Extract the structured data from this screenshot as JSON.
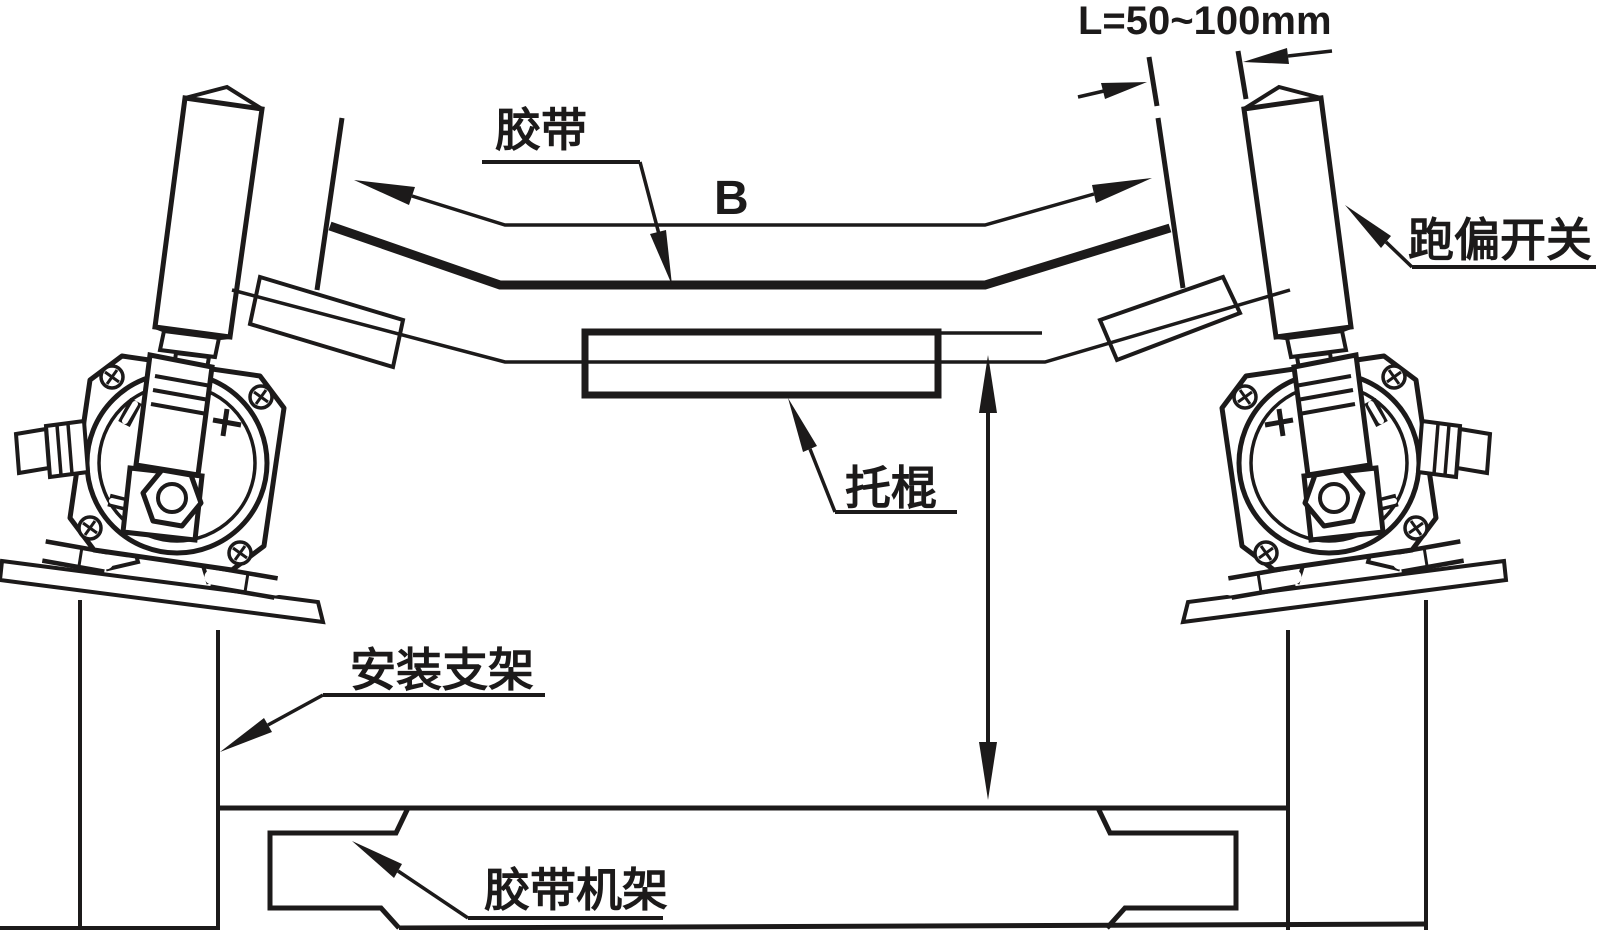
{
  "diagram": {
    "kind": "belt-conveyor-deviation-switch-installation-drawing",
    "background_color": "#ffffff",
    "line_color": "#1c1a1a",
    "labels": {
      "dimension_l": "L=50~100mm",
      "dimension_b": "B",
      "belt": "胶带",
      "deviation_switch": "跑偏开关",
      "carrier_roller": "托棍",
      "mounting_bracket": "安装支架",
      "conveyor_frame": "胶带机架"
    }
  }
}
